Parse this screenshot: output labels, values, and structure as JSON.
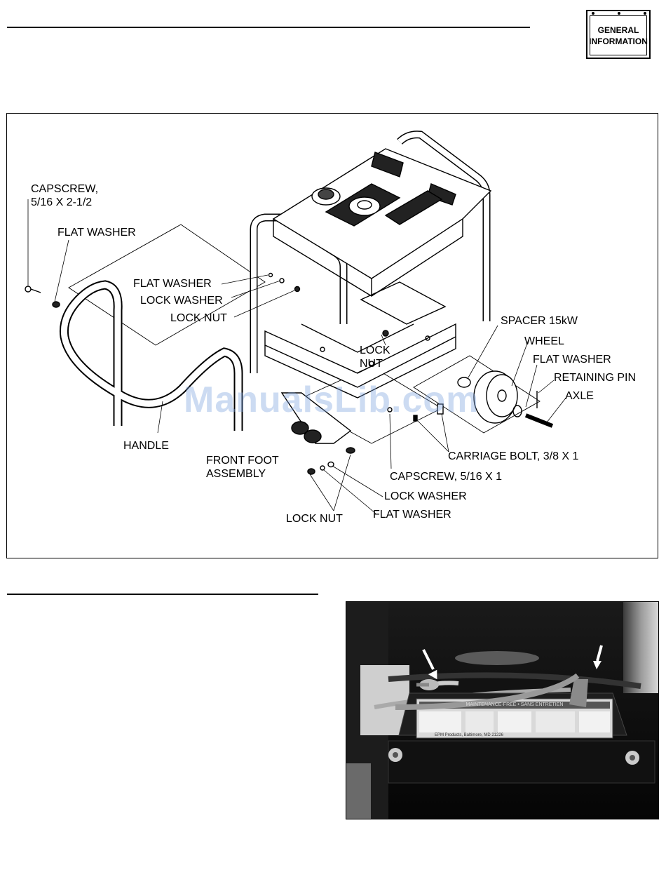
{
  "section_tab": {
    "line1": "GENERAL",
    "line2": "INFORMATION"
  },
  "watermark": "ManualsLib.com",
  "figure": {
    "labels": {
      "capscrew_long": "CAPSCREW,",
      "capscrew_long_size": "5/16 X 2-1/2",
      "flat_washer_left": "FLAT WASHER",
      "flat_washer_frame": "FLAT WASHER",
      "lock_washer_frame": "LOCK WASHER",
      "lock_nut_frame": "LOCK NUT",
      "lock_nut_center_1": "LOCK",
      "lock_nut_center_2": "NUT",
      "spacer": "SPACER 15kW",
      "wheel": "WHEEL",
      "flat_washer_wheel": "FLAT WASHER",
      "retaining_pin": "RETAINING PIN",
      "axle": "AXLE",
      "handle": "HANDLE",
      "front_foot_1": "FRONT FOOT",
      "front_foot_2": "ASSEMBLY",
      "carriage_bolt": "CARRIAGE BOLT, 3/8 X 1",
      "capscrew_short": "CAPSCREW, 5/16 X 1",
      "lock_washer_foot": "LOCK WASHER",
      "flat_washer_foot": "FLAT WASHER",
      "lock_nut_foot": "LOCK NUT"
    }
  },
  "photo": {
    "battery_label": "MAINTENANCE-FREE • SANS ENTRETIEN",
    "battery_maker": "EPM Products, Baltimore, MD 21226"
  }
}
